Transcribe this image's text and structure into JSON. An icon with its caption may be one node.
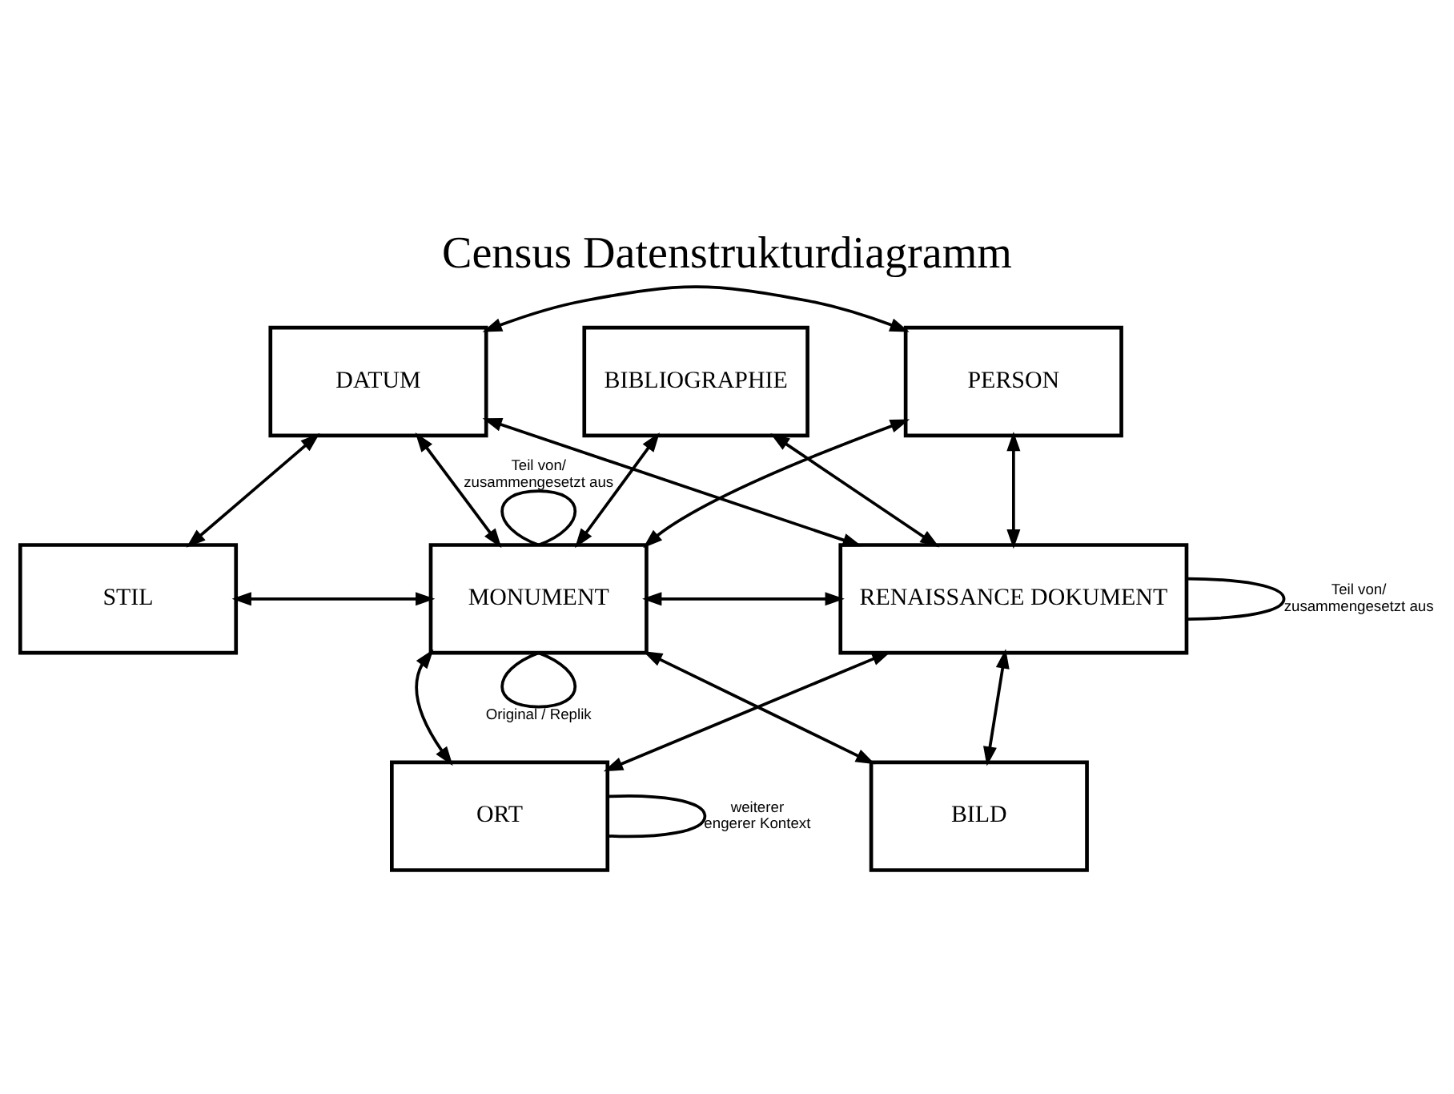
{
  "diagram": {
    "title": "Census Datenstrukturdiagramm",
    "nodes": [
      {
        "text": [
          "DATUM"
        ]
      },
      {
        "text": [
          "PERSON"
        ]
      },
      {
        "text": [
          "BIBLIOGRAPHIE"
        ]
      },
      {
        "text": [
          "STIL"
        ]
      },
      {
        "text": [
          "MONUMENT"
        ]
      },
      {
        "text": [
          "RENAISSANCE DOKUMENT"
        ]
      },
      {
        "text": [
          "ORT"
        ]
      },
      {
        "text": [
          "BILD"
        ]
      }
    ],
    "edges": [
      {
        "from": 0,
        "to": 1,
        "arrow": "both"
      },
      {
        "from": 0,
        "to": 3,
        "arrow": "both"
      },
      {
        "from": 0,
        "to": 4,
        "arrow": "both"
      },
      {
        "from": 0,
        "to": 5,
        "arrow": "both"
      },
      {
        "from": 1,
        "to": 4,
        "arrow": "both"
      },
      {
        "from": 1,
        "to": 5,
        "arrow": "both"
      },
      {
        "from": 2,
        "to": 4,
        "arrow": "both"
      },
      {
        "from": 2,
        "to": 5,
        "arrow": "both"
      },
      {
        "from": 3,
        "to": 4,
        "arrow": "both"
      },
      {
        "from": 4,
        "to": 4,
        "arrow": "none",
        "label": "Teil von/ zusammengesetzt aus"
      },
      {
        "from": 4,
        "to": 5,
        "arrow": "both"
      },
      {
        "from": 4,
        "to": 4,
        "arrow": "none",
        "label": "Original / Replik"
      },
      {
        "from": 5,
        "to": 5,
        "arrow": "none",
        "label": "Teil von/ zusammengesetzt aus"
      },
      {
        "from": 4,
        "to": 6,
        "arrow": "both"
      },
      {
        "from": 4,
        "to": 7,
        "arrow": "both"
      },
      {
        "from": 5,
        "to": 6,
        "arrow": "both"
      },
      {
        "from": 5,
        "to": 7,
        "arrow": "both"
      },
      {
        "from": 6,
        "to": 6,
        "arrow": "none",
        "label": "weiterer engerer Kontext"
      }
    ]
  }
}
